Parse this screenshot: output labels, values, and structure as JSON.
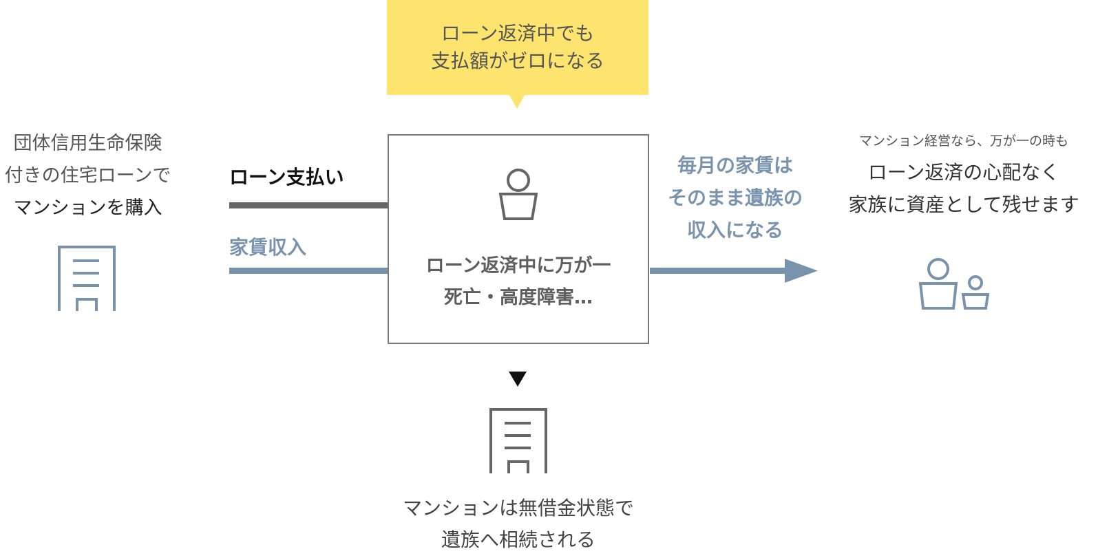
{
  "left": {
    "line1": "団体信用生命保険",
    "line2": "付きの住宅ローンで",
    "line3": "マンションを購入"
  },
  "loan_payment_label": "ローン支払い",
  "rent_income_label": "家賃収入",
  "callout": {
    "line1": "ローン返済中でも",
    "line2": "支払額がゼロになる"
  },
  "center": {
    "line1": "ローン返済中に万が一",
    "line2": "死亡・高度障害…"
  },
  "bottom": {
    "line1": "マンションは無借金状態で",
    "line2": "遺族へ相続される"
  },
  "rent_flow": {
    "line1": "毎月の家賃は",
    "line2": "そのまま遺族の",
    "line3": "収入になる"
  },
  "right": {
    "sub": "マンション経営なら、万が一の時も",
    "line1": "ローン返済の心配なく",
    "line2": "家族に資産として残せます"
  },
  "colors": {
    "accent_blue": "#7a93ad",
    "loan_gray": "#666666",
    "callout_yellow": "#fde46f"
  },
  "icons": {
    "left": "building-icon",
    "center": "person-icon",
    "bottom": "building-icon",
    "right": "family-icon"
  }
}
